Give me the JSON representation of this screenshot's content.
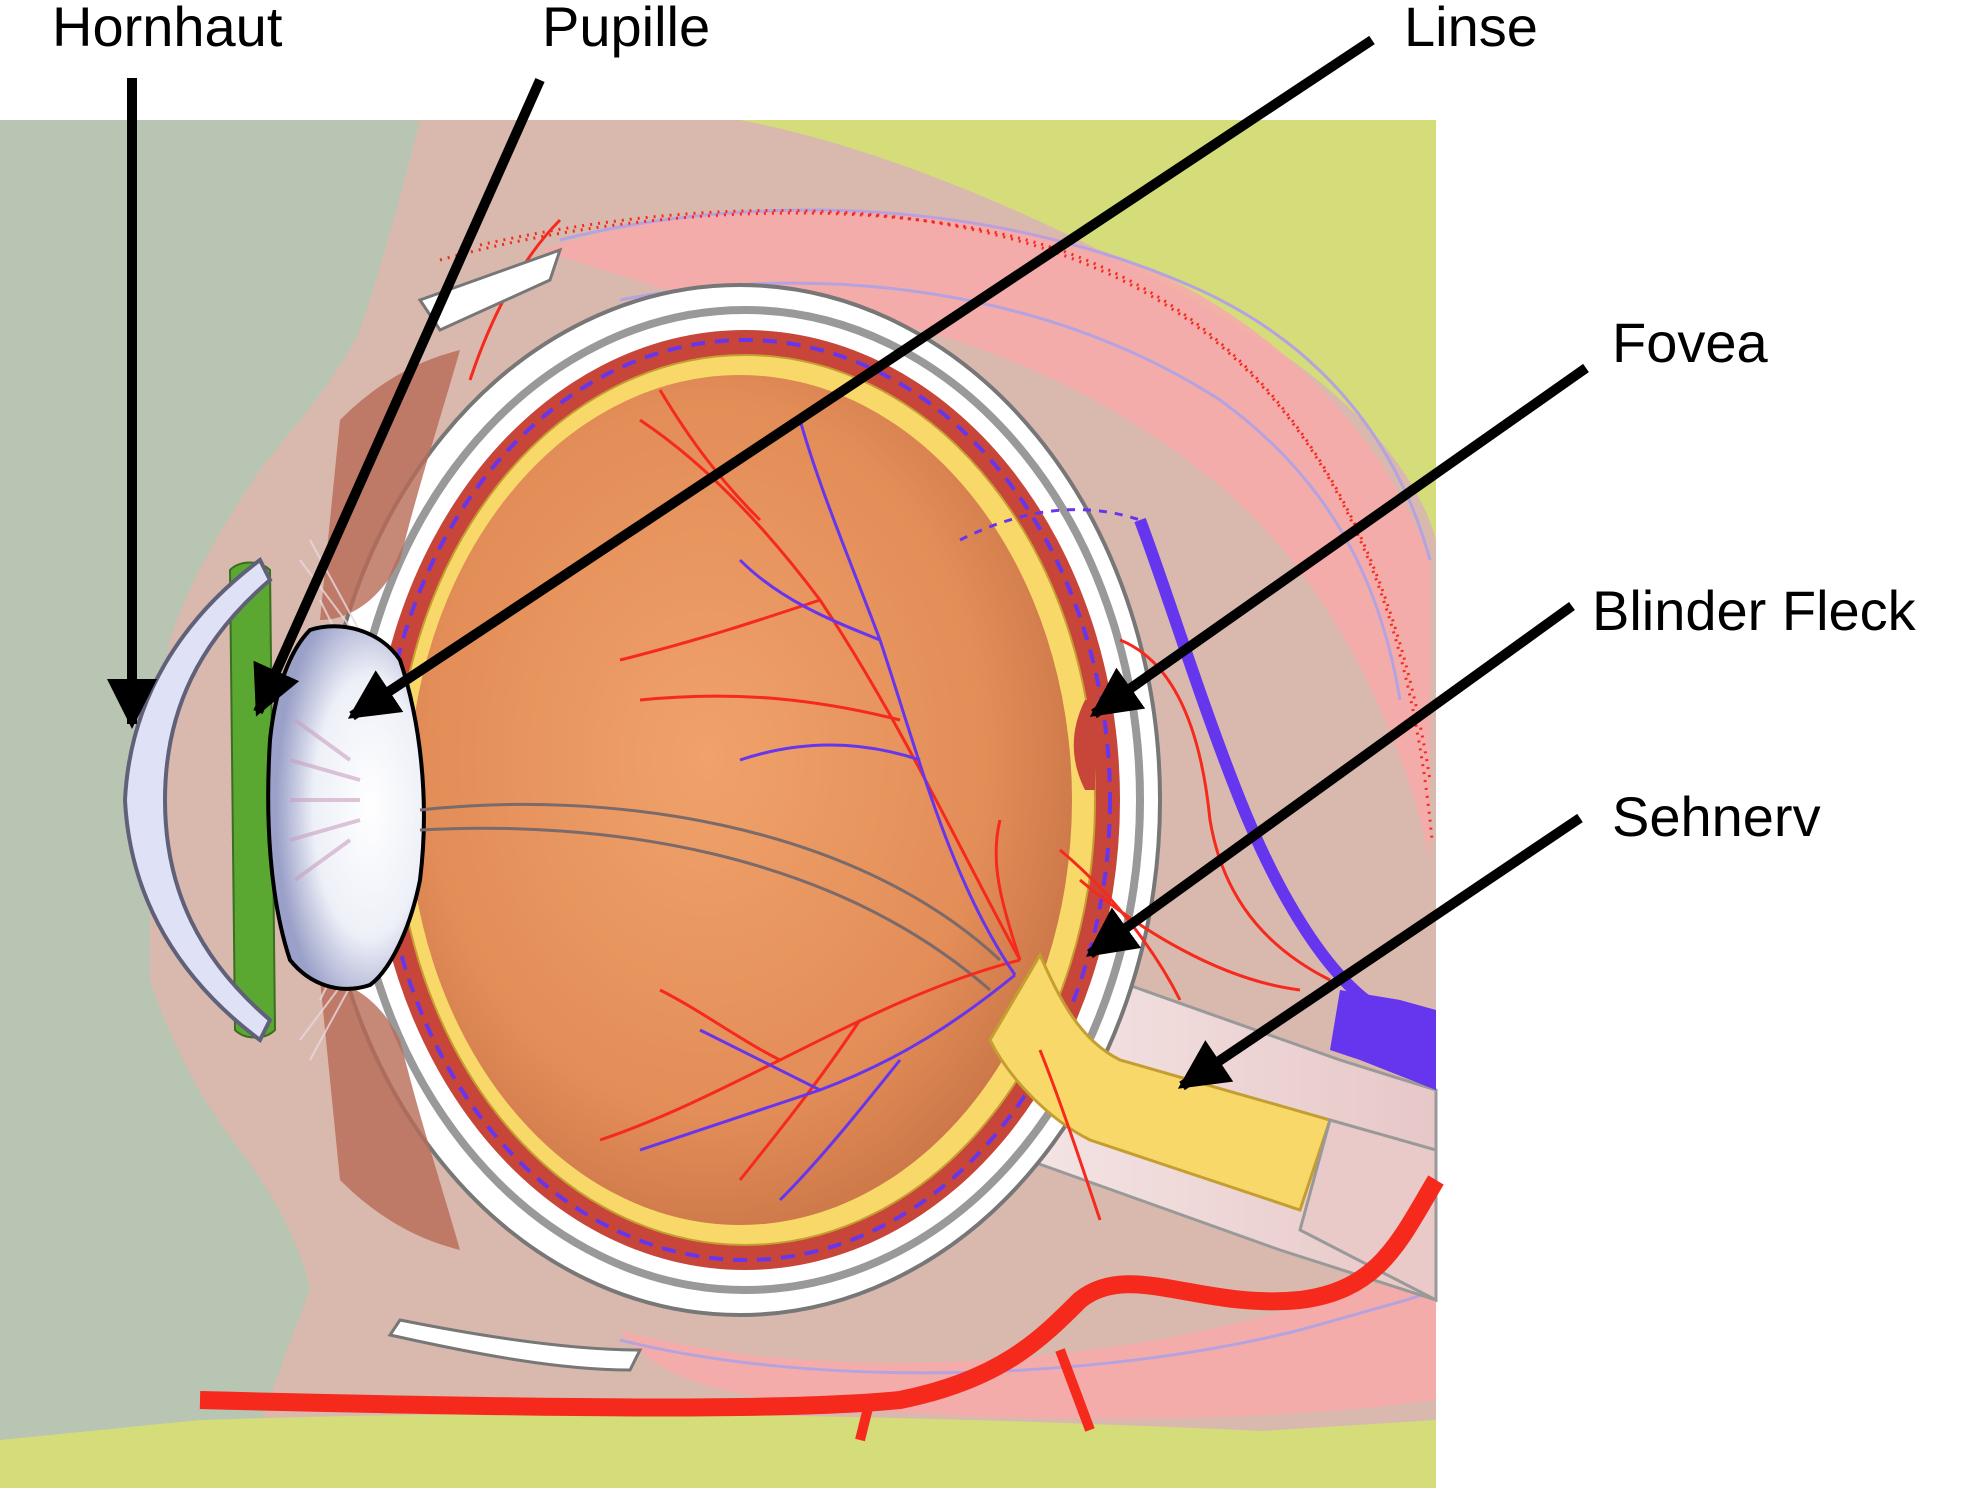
{
  "labels": {
    "cornea": "Hornhaut",
    "pupil": "Pupille",
    "lens": "Linse",
    "fovea": "Fovea",
    "blind_spot": "Blinder Fleck",
    "optic_nerve": "Sehnerv"
  },
  "colors": {
    "skin_background": "#b8c5b2",
    "orbit_tissue": "#d9b9ad",
    "bone_yellow": "#d5dc7a",
    "muscle_pink": "#f6abab",
    "sclera_white": "#ffffff",
    "choroid_red": "#c8453a",
    "retina_yellow": "#f9d86a",
    "vitreous_orange": "#e8915c",
    "iris_green": "#5aa832",
    "cornea_lavender": "#dfe1f6",
    "artery_red": "#f52a1d",
    "vein_blue": "#6636ee",
    "pointer_black": "#000000"
  }
}
